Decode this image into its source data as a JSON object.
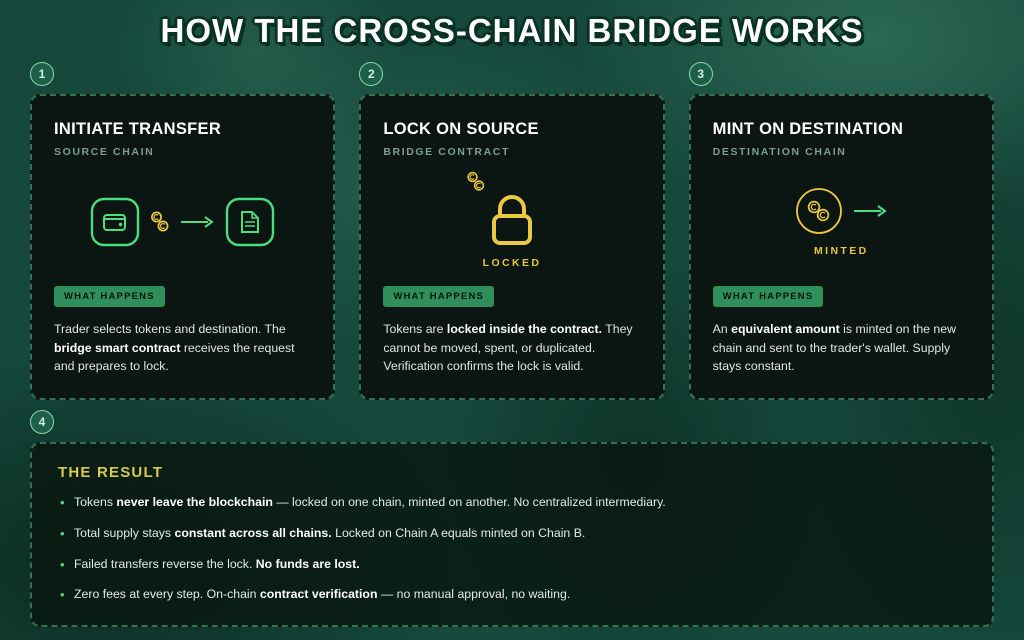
{
  "title": "HOW THE CROSS-CHAIN BRIDGE WORKS",
  "colors": {
    "background_green": "#16493c",
    "card_background": "#0b1511",
    "dashed_border_green": "#357154",
    "accent_green": "#4ade80",
    "accent_yellow": "#eac840",
    "result_title_yellow": "#d9c94f",
    "what_happens_badge_green": "#2f8f5b"
  },
  "icons": {
    "step1": [
      "wallet-icon",
      "coins-icon",
      "arrow-right-icon",
      "document-icon"
    ],
    "step2": [
      "coins-icon",
      "padlock-icon"
    ],
    "step3": [
      "coins-circle-icon",
      "arrow-right-icon"
    ]
  },
  "steps": [
    {
      "number": "1",
      "title": "INITIATE TRANSFER",
      "subtitle": "SOURCE CHAIN",
      "what_happens_label": "WHAT HAPPENS",
      "description": [
        {
          "t": "Trader selects tokens and destination. The ",
          "b": false
        },
        {
          "t": "bridge smart contract",
          "b": true
        },
        {
          "t": " receives the request and prepares to lock.",
          "b": false
        }
      ]
    },
    {
      "number": "2",
      "title": "LOCK ON SOURCE",
      "subtitle": "BRIDGE CONTRACT",
      "icon_caption": "LOCKED",
      "what_happens_label": "WHAT HAPPENS",
      "description": [
        {
          "t": "Tokens are ",
          "b": false
        },
        {
          "t": "locked inside the contract.",
          "b": true
        },
        {
          "t": " They cannot be moved, spent, or duplicated. Verification confirms the lock is valid.",
          "b": false
        }
      ]
    },
    {
      "number": "3",
      "title": "MINT ON DESTINATION",
      "subtitle": "DESTINATION CHAIN",
      "icon_caption": "MINTED",
      "what_happens_label": "WHAT HAPPENS",
      "description": [
        {
          "t": "An ",
          "b": false
        },
        {
          "t": "equivalent amount",
          "b": true
        },
        {
          "t": " is minted on the new chain and sent to the trader's wallet. Supply stays constant.",
          "b": false
        }
      ]
    }
  ],
  "result": {
    "number": "4",
    "title": "THE RESULT",
    "bullets": [
      [
        {
          "t": "Tokens ",
          "b": false
        },
        {
          "t": "never leave the blockchain",
          "b": true
        },
        {
          "t": " — locked on one chain, minted on another. No centralized intermediary.",
          "b": false
        }
      ],
      [
        {
          "t": "Total supply stays ",
          "b": false
        },
        {
          "t": "constant across all chains.",
          "b": true
        },
        {
          "t": " Locked on Chain A equals minted on Chain B.",
          "b": false
        }
      ],
      [
        {
          "t": "Failed transfers reverse the lock. ",
          "b": false
        },
        {
          "t": "No funds are lost.",
          "b": true
        }
      ],
      [
        {
          "t": "Zero fees at every step. On-chain ",
          "b": false
        },
        {
          "t": "contract verification",
          "b": true
        },
        {
          "t": " — no manual approval, no waiting.",
          "b": false
        }
      ]
    ]
  }
}
